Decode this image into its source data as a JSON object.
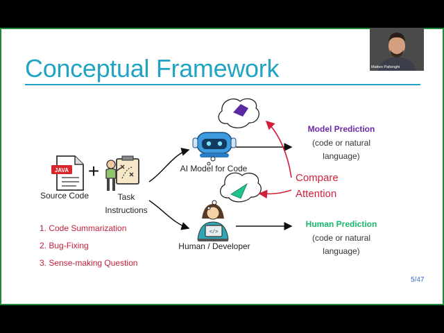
{
  "slide": {
    "title": "Conceptual Framework",
    "page_number": "5/47"
  },
  "inputs": {
    "source_code_label": "Source Code",
    "file_badge": "JAVA",
    "plus_sign": "+",
    "task_line1": "Task",
    "task_line2": "Instructions"
  },
  "tasks": [
    "1.  Code Summarization",
    "2.  Bug-Fixing",
    "3.  Sense-making Question"
  ],
  "agents": {
    "model_label": "AI Model for Code",
    "human_label": "Human / Developer"
  },
  "predictions": {
    "model_title": "Model Prediction",
    "model_sub_line1": "(code or natural",
    "model_sub_line2": "language)",
    "human_title": "Human Prediction",
    "human_sub_line1": "(code or natural",
    "human_sub_line2": "language)"
  },
  "compare": {
    "line1": "Compare",
    "line2": "Attention"
  },
  "webcam": {
    "name": "Matteo Paltenghi"
  },
  "colors": {
    "title": "#21a3c4",
    "tasks": "#c41d3a",
    "compare": "#d01f3a",
    "model_prediction": "#6a2aa6",
    "human_prediction": "#17b868",
    "slide_border": "#1e8a3a"
  }
}
